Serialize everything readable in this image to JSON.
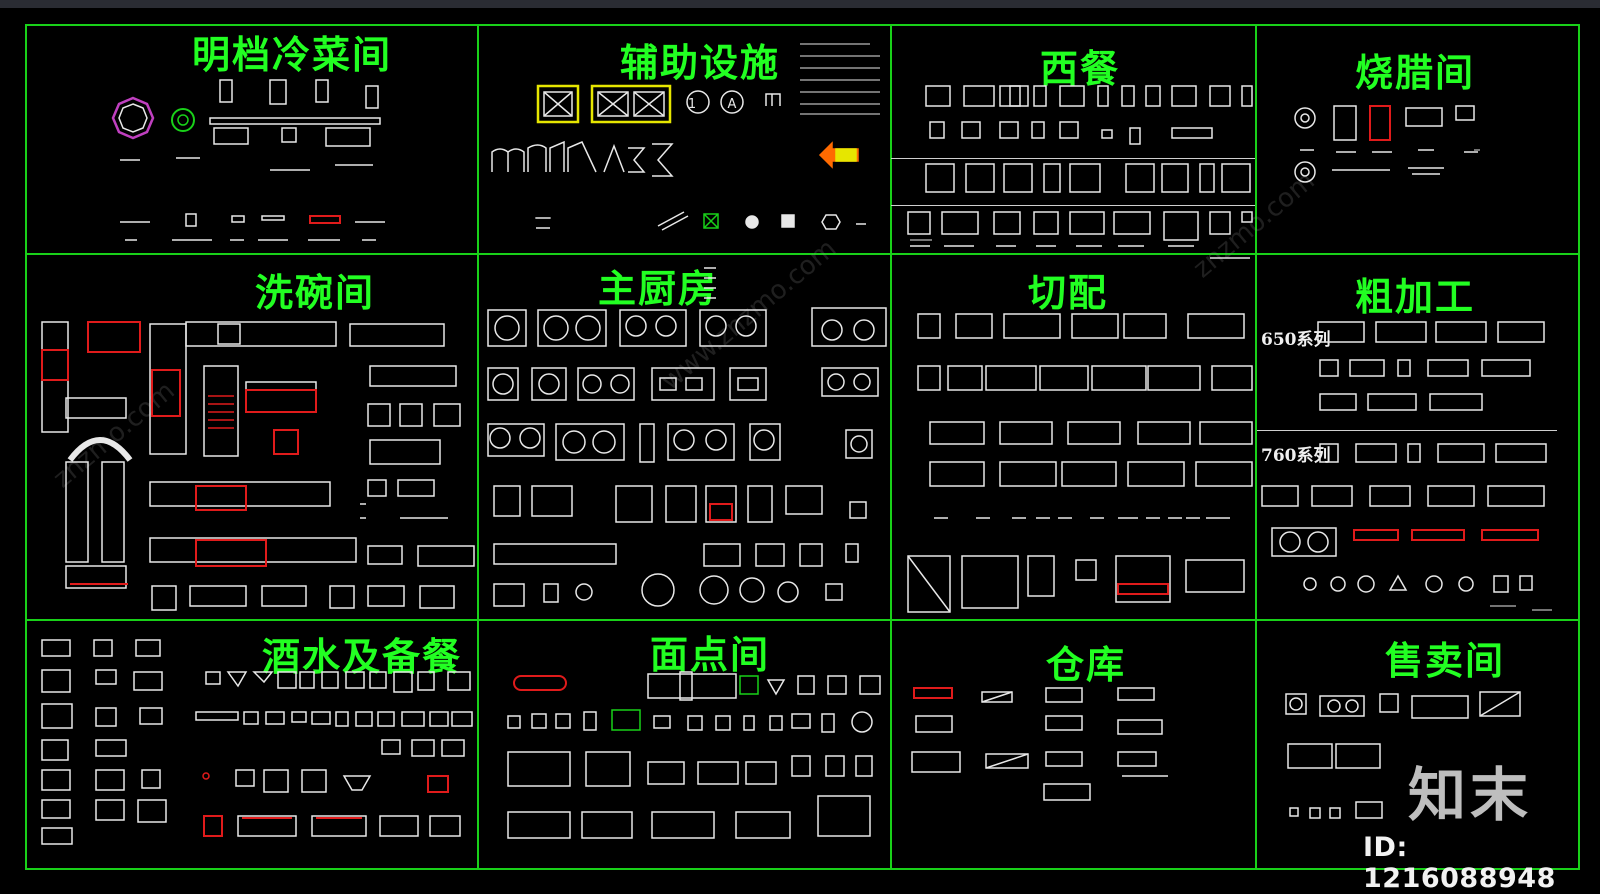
{
  "sections": {
    "cold_dish": "明档冷菜间",
    "auxiliary": "辅助设施",
    "western": "西餐",
    "roast": "烧腊间",
    "dishwash": "洗碗间",
    "main_kitchen": "主厨房",
    "cutting": "切配",
    "rough_processing": "粗加工",
    "beverage": "酒水及备餐",
    "pastry": "面点间",
    "warehouse": "仓库",
    "retail": "售卖间"
  },
  "series_labels": {
    "s650": "650系列",
    "s760": "760系列"
  },
  "symbols": {
    "circle_1": "1",
    "circle_a": "A"
  },
  "watermark": {
    "logo": "知末",
    "id": "ID: 1216088948"
  },
  "colors": {
    "grid": "#19d119",
    "title": "#22ff22",
    "line": "#e8e8e8",
    "accent_red": "#e01b1b",
    "accent_yellow": "#e6e600",
    "accent_magenta": "#c040c0",
    "accent_orange": "#ff6a00"
  }
}
